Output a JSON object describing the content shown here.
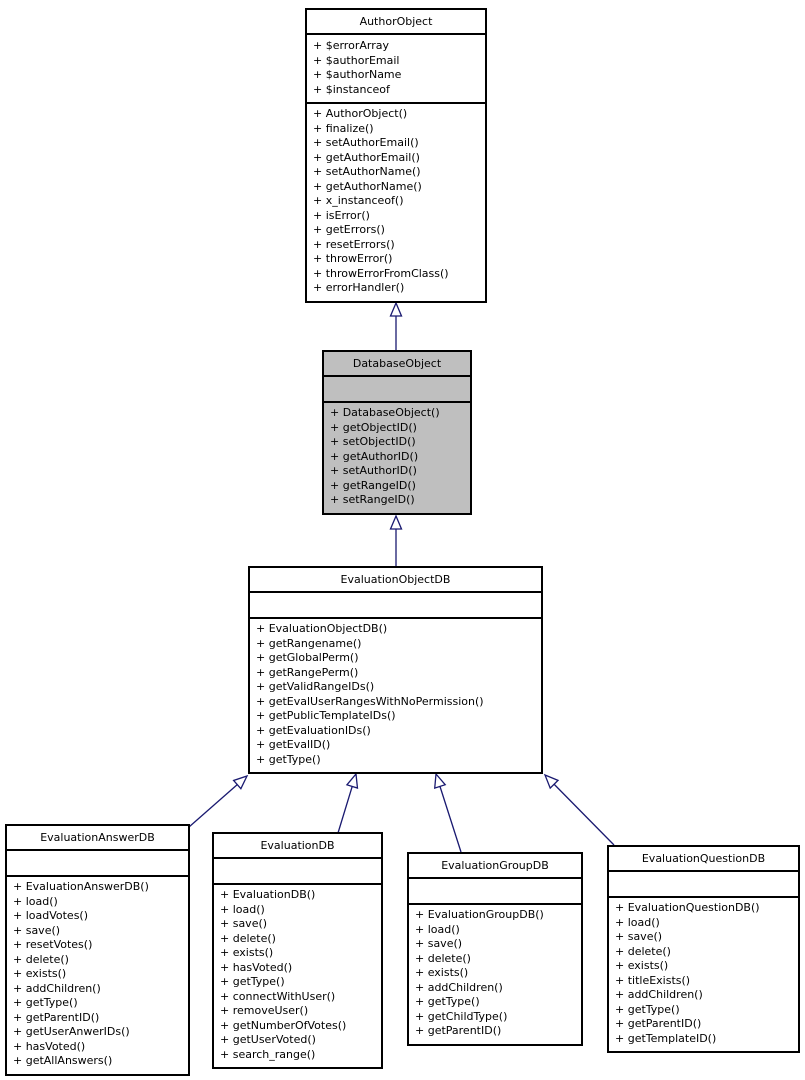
{
  "diagram_type": "uml-class-inheritance",
  "colors": {
    "arrow": "#191970",
    "border": "#000000",
    "node_fill": "#ffffff",
    "focus_node_fill": "#bfbfbf",
    "background": "#ffffff"
  },
  "classes": {
    "author": {
      "name": "AuthorObject",
      "attributes": [
        "+ $errorArray",
        "+ $authorEmail",
        "+ $authorName",
        "+ $instanceof"
      ],
      "methods": [
        "+ AuthorObject()",
        "+ finalize()",
        "+ setAuthorEmail()",
        "+ getAuthorEmail()",
        "+ setAuthorName()",
        "+ getAuthorName()",
        "+ x_instanceof()",
        "+ isError()",
        "+ getErrors()",
        "+ resetErrors()",
        "+ throwError()",
        "+ throwErrorFromClass()",
        "+ errorHandler()"
      ]
    },
    "database": {
      "name": "DatabaseObject",
      "attributes": [],
      "methods": [
        "+ DatabaseObject()",
        "+ getObjectID()",
        "+ setObjectID()",
        "+ getAuthorID()",
        "+ setAuthorID()",
        "+ getRangeID()",
        "+ setRangeID()"
      ]
    },
    "evalobject": {
      "name": "EvaluationObjectDB",
      "attributes": [],
      "methods": [
        "+ EvaluationObjectDB()",
        "+ getRangename()",
        "+ getGlobalPerm()",
        "+ getRangePerm()",
        "+ getValidRangeIDs()",
        "+ getEvalUserRangesWithNoPermission()",
        "+ getPublicTemplateIDs()",
        "+ getEvaluationIDs()",
        "+ getEvalID()",
        "+ getType()"
      ]
    },
    "answer": {
      "name": "EvaluationAnswerDB",
      "attributes": [],
      "methods": [
        "+ EvaluationAnswerDB()",
        "+ load()",
        "+ loadVotes()",
        "+ save()",
        "+ resetVotes()",
        "+ delete()",
        "+ exists()",
        "+ addChildren()",
        "+ getType()",
        "+ getParentID()",
        "+ getUserAnwerIDs()",
        "+ hasVoted()",
        "+ getAllAnswers()"
      ]
    },
    "evaluation": {
      "name": "EvaluationDB",
      "attributes": [],
      "methods": [
        "+ EvaluationDB()",
        "+ load()",
        "+ save()",
        "+ delete()",
        "+ exists()",
        "+ hasVoted()",
        "+ getType()",
        "+ connectWithUser()",
        "+ removeUser()",
        "+ getNumberOfVotes()",
        "+ getUserVoted()",
        "+ search_range()"
      ]
    },
    "group": {
      "name": "EvaluationGroupDB",
      "attributes": [],
      "methods": [
        "+ EvaluationGroupDB()",
        "+ load()",
        "+ save()",
        "+ delete()",
        "+ exists()",
        "+ addChildren()",
        "+ getType()",
        "+ getChildType()",
        "+ getParentID()"
      ]
    },
    "question": {
      "name": "EvaluationQuestionDB",
      "attributes": [],
      "methods": [
        "+ EvaluationQuestionDB()",
        "+ load()",
        "+ save()",
        "+ delete()",
        "+ exists()",
        "+ titleExists()",
        "+ addChildren()",
        "+ getType()",
        "+ getParentID()",
        "+ getTemplateID()"
      ]
    }
  },
  "inheritance": [
    {
      "child": "DatabaseObject",
      "parent": "AuthorObject"
    },
    {
      "child": "EvaluationObjectDB",
      "parent": "DatabaseObject"
    },
    {
      "child": "EvaluationAnswerDB",
      "parent": "EvaluationObjectDB"
    },
    {
      "child": "EvaluationDB",
      "parent": "EvaluationObjectDB"
    },
    {
      "child": "EvaluationGroupDB",
      "parent": "EvaluationObjectDB"
    },
    {
      "child": "EvaluationQuestionDB",
      "parent": "EvaluationObjectDB"
    }
  ]
}
